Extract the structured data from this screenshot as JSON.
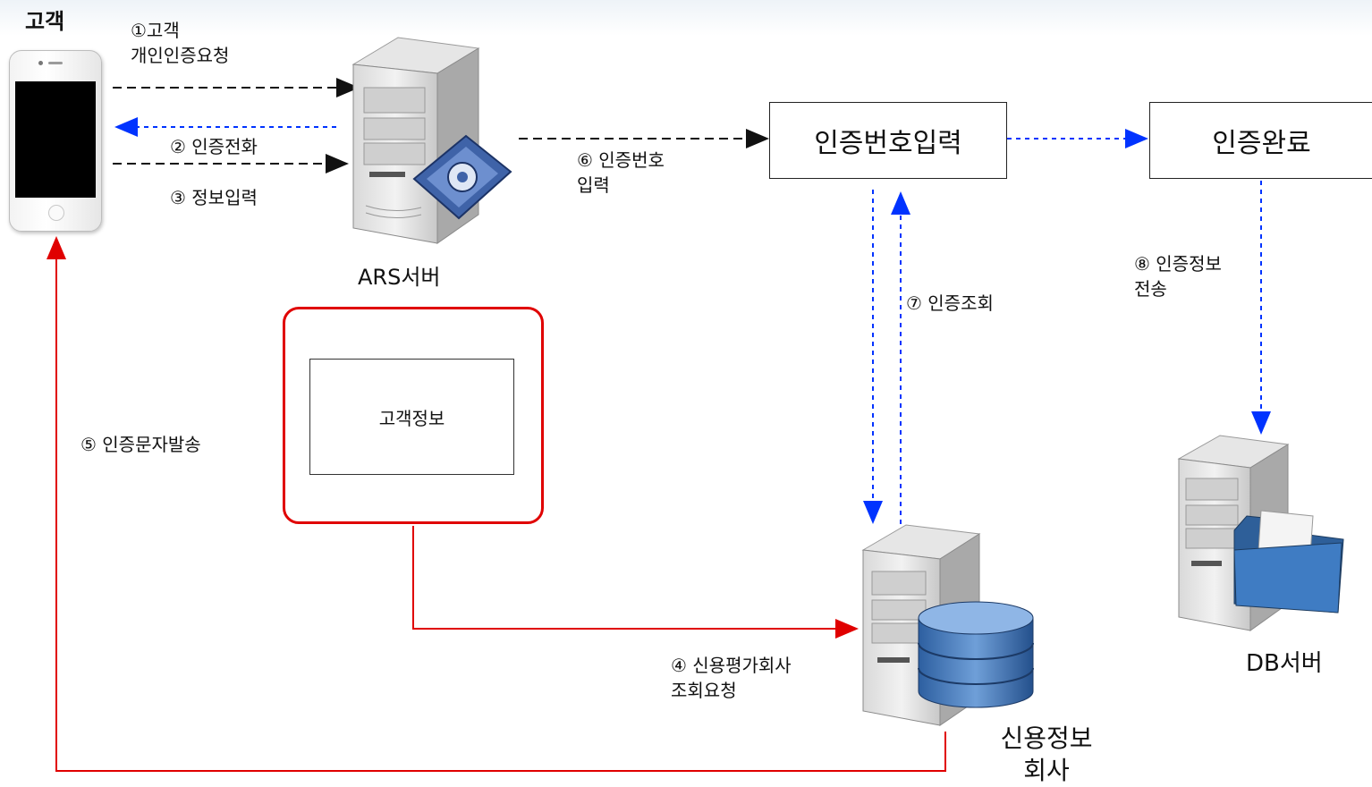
{
  "title": "고객",
  "steps": {
    "s1": "①고객\n   개인인증요청",
    "s2": "② 인증전화",
    "s3": "③ 정보입력",
    "s4": "④ 신용평가회사\n   조회요청",
    "s5": "⑤ 인증문자발송",
    "s6": "⑥ 인증번호\n   입력",
    "s7": "⑦ 인증조회",
    "s8": "⑧ 인증정보\n   전송"
  },
  "nodes": {
    "ars": "ARS서버",
    "auth_input": "인증번호입력",
    "auth_done": "인증완료",
    "customer_info": "고객정보",
    "credit_agency": "신용정보\n회사",
    "db": "DB서버"
  },
  "colors": {
    "black_arrow": "#111111",
    "blue_arrow": "#0033ff",
    "red_arrow": "#e00000"
  },
  "icons": [
    "smartphone-icon",
    "ars-server-icon",
    "credit-server-icon",
    "db-server-icon",
    "database-icon",
    "folder-icon",
    "gear-icon"
  ]
}
